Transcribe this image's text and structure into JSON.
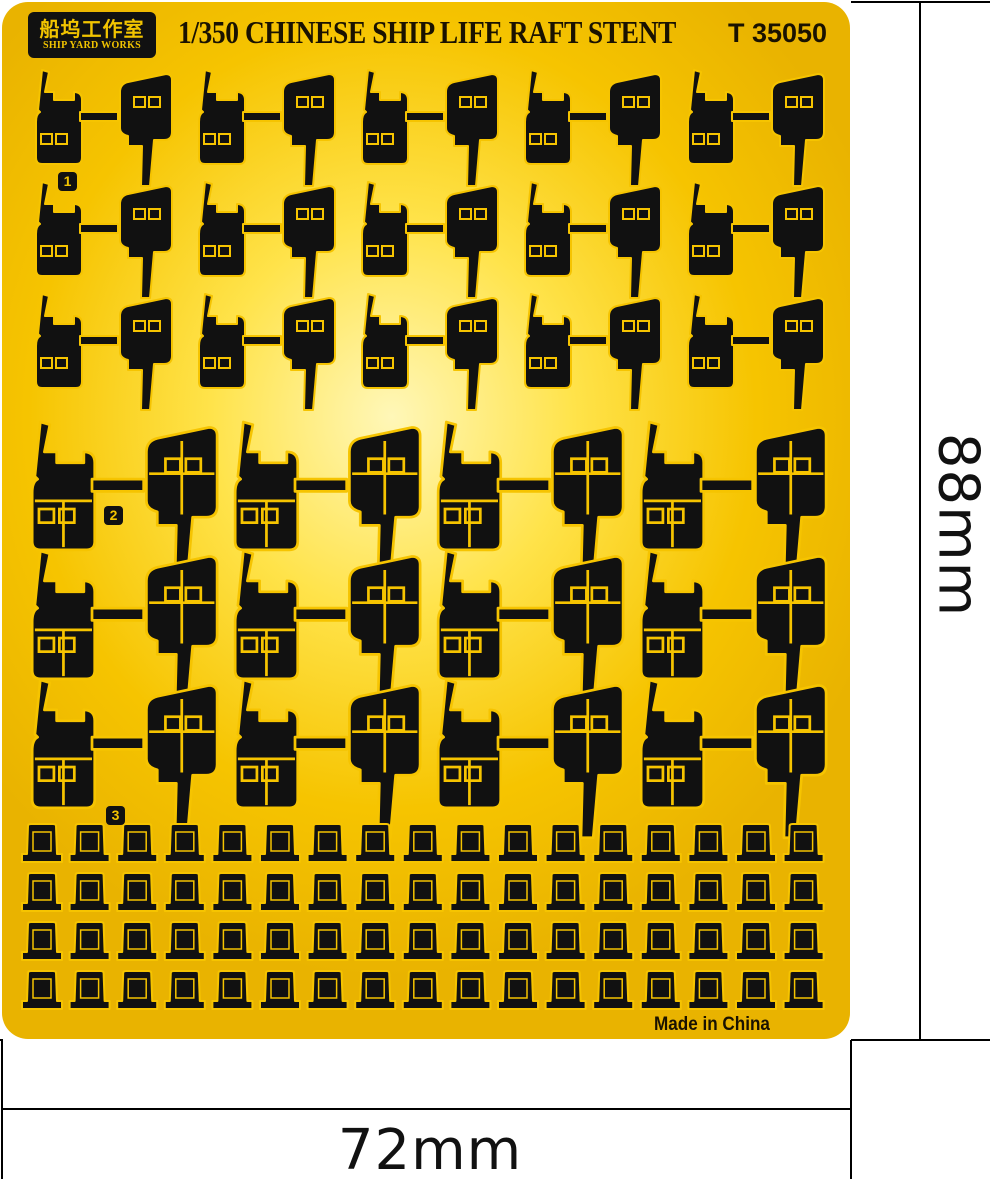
{
  "sheet": {
    "brand_cn": "船坞工作室",
    "brand_en": "SHIP YARD WORKS",
    "title": "1/350 CHINESE SHIP LIFE RAFT STENT",
    "product_code": "T 35050",
    "footer": "Made in China",
    "part_numbers": [
      "1",
      "2",
      "3"
    ]
  },
  "dimensions": {
    "width_label": "72mm",
    "height_label": "88mm"
  },
  "colors": {
    "brass": "#f6c400",
    "brass_light": "#fff7b8",
    "etch": "#111111",
    "line": "#000000"
  },
  "parts": {
    "part1": {
      "rows": 3,
      "cols": 5
    },
    "part2": {
      "rows": 3,
      "cols": 4
    },
    "part3": {
      "rows": 4,
      "cols": 17
    }
  }
}
